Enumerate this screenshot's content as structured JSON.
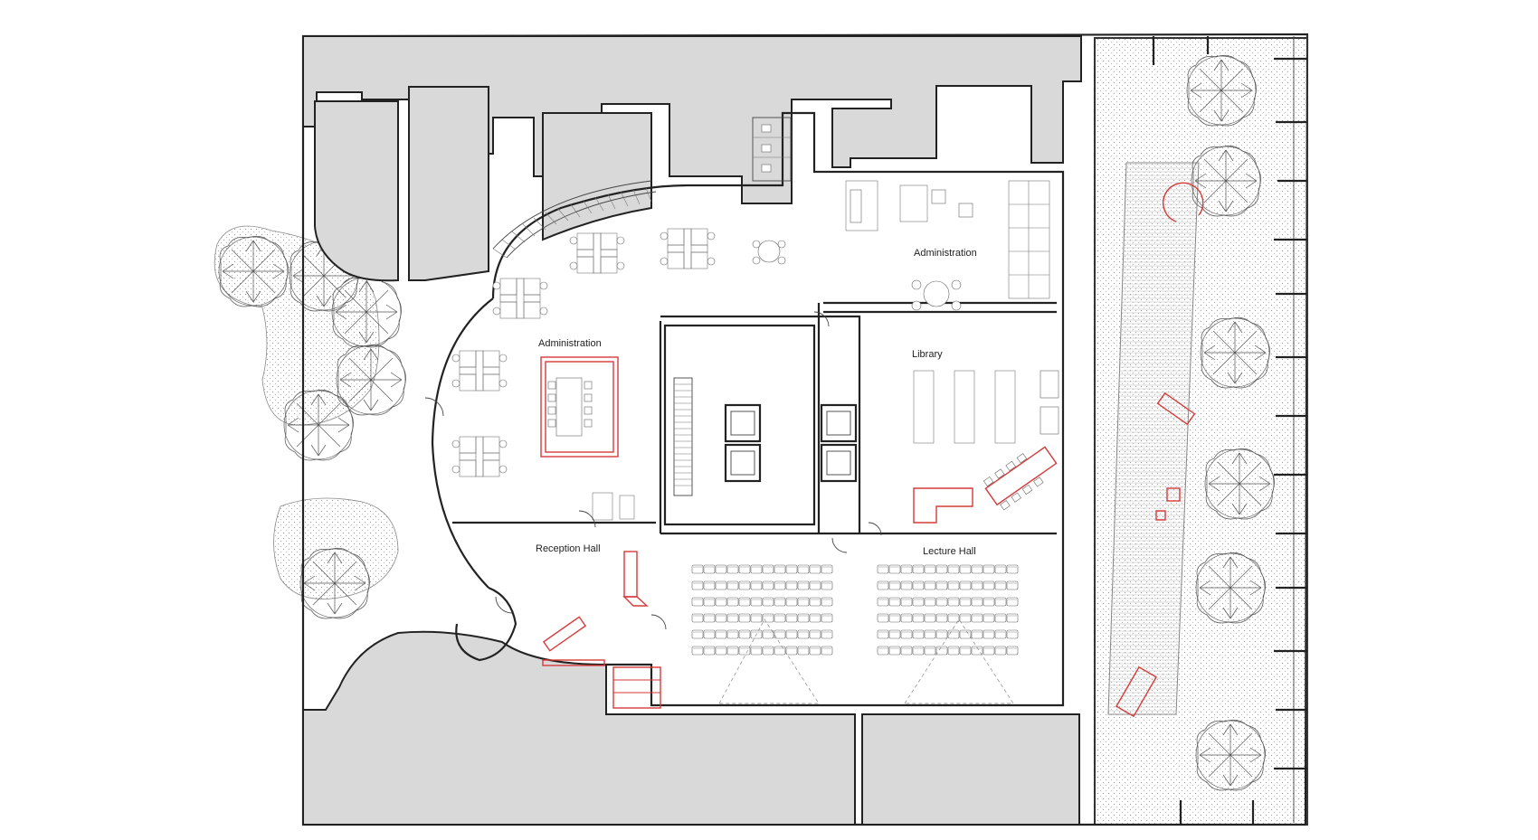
{
  "plan": {
    "labels": {
      "admin_west": "Administration",
      "admin_east": "Administration",
      "library": "Library",
      "reception": "Reception Hall",
      "lecture": "Lecture Hall"
    },
    "colors": {
      "wall": "#222222",
      "mass_fill": "#d9d9d9",
      "furniture": "#666666",
      "highlight": "#d63a3a",
      "planting": "#bdbdbd"
    },
    "icons": [
      "tree-icon",
      "elevator-icon",
      "stair-icon",
      "door-swing-icon"
    ]
  }
}
